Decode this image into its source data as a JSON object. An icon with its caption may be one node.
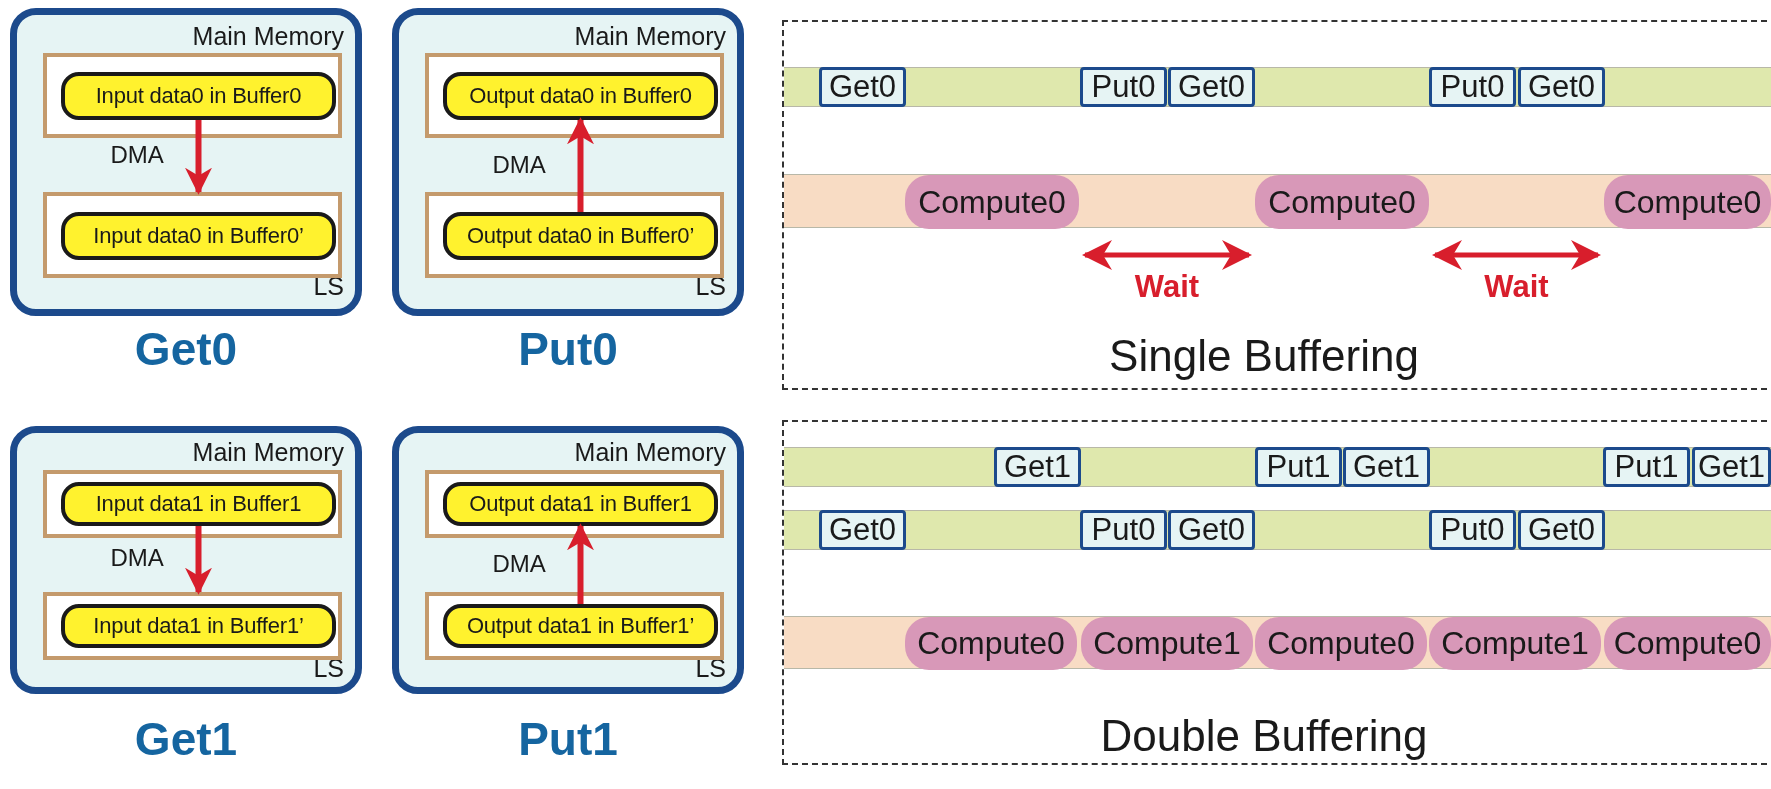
{
  "diagram": {
    "nodes": [
      {
        "text": [
          "Main Memory",
          "LS",
          "Get0"
        ]
      },
      {
        "text": [],
        "shape": "box",
        "in": 0
      },
      {
        "text": [
          "Input data0 in Buffer0"
        ],
        "in": 1
      },
      {
        "text": [],
        "shape": "box",
        "in": 0
      },
      {
        "text": [
          "Input data0 in Buffer0’"
        ],
        "in": 3
      },
      {
        "text": [
          "Main Memory",
          "LS",
          "Put0"
        ]
      },
      {
        "text": [],
        "shape": "box",
        "in": 5
      },
      {
        "text": [
          "Output data0 in Buffer0"
        ],
        "in": 6
      },
      {
        "text": [],
        "shape": "box",
        "in": 5
      },
      {
        "text": [
          "Output data0 in Buffer0’"
        ],
        "in": 8
      },
      {
        "text": [
          "Main Memory",
          "LS",
          "Get1"
        ]
      },
      {
        "text": [],
        "shape": "box",
        "in": 10
      },
      {
        "text": [
          "Input data1 in Buffer1"
        ],
        "in": 11
      },
      {
        "text": [],
        "shape": "box",
        "in": 10
      },
      {
        "text": [
          "Input data1 in Buffer1’"
        ],
        "in": 13
      },
      {
        "text": [
          "Main Memory",
          "LS",
          "Put1"
        ]
      },
      {
        "text": [],
        "shape": "box",
        "in": 15
      },
      {
        "text": [
          "Output data1 in Buffer1"
        ],
        "in": 16
      },
      {
        "text": [],
        "shape": "box",
        "in": 15
      },
      {
        "text": [
          "Output data1 in Buffer1’"
        ],
        "in": 18
      },
      {
        "text": [
          "Single Buffering"
        ]
      },
      {
        "text": [],
        "shape": "bar",
        "in": 20
      },
      {
        "text": [
          "Get0"
        ],
        "in": 21
      },
      {
        "text": [
          "Put0"
        ],
        "in": 21
      },
      {
        "text": [
          "Get0"
        ],
        "in": 21
      },
      {
        "text": [
          "Put0"
        ],
        "in": 21
      },
      {
        "text": [
          "Get0"
        ],
        "in": 21
      },
      {
        "text": [],
        "shape": "bar",
        "in": 20
      },
      {
        "text": [
          "Compute0"
        ],
        "in": 27
      },
      {
        "text": [
          "Compute0"
        ],
        "in": 27
      },
      {
        "text": [
          "Compute0"
        ],
        "in": 27
      },
      {
        "text": [
          "Double Buffering"
        ]
      },
      {
        "text": [],
        "shape": "bar",
        "in": 31
      },
      {
        "text": [
          "Get1"
        ],
        "in": 32
      },
      {
        "text": [
          "Put1"
        ],
        "in": 32
      },
      {
        "text": [
          "Get1"
        ],
        "in": 32
      },
      {
        "text": [
          "Put1"
        ],
        "in": 32
      },
      {
        "text": [
          "Get1"
        ],
        "in": 32
      },
      {
        "text": [],
        "shape": "bar",
        "in": 31
      },
      {
        "text": [
          "Get0"
        ],
        "in": 38
      },
      {
        "text": [
          "Put0"
        ],
        "in": 38
      },
      {
        "text": [
          "Get0"
        ],
        "in": 38
      },
      {
        "text": [
          "Put0"
        ],
        "in": 38
      },
      {
        "text": [
          "Get0"
        ],
        "in": 38
      },
      {
        "text": [],
        "shape": "bar",
        "in": 31
      },
      {
        "text": [
          "Compute0"
        ],
        "in": 44
      },
      {
        "text": [
          "Compute1"
        ],
        "in": 44
      },
      {
        "text": [
          "Compute0"
        ],
        "in": 44
      },
      {
        "text": [
          "Compute1"
        ],
        "in": 44
      },
      {
        "text": [
          "Compute0"
        ],
        "in": 44
      }
    ],
    "edges": [
      {
        "from": 2,
        "to": 3,
        "arrow": "to",
        "label": "DMA"
      },
      {
        "from": 9,
        "to": 7,
        "arrow": "to",
        "label": "DMA"
      },
      {
        "from": 12,
        "to": 13,
        "arrow": "to",
        "label": "DMA"
      },
      {
        "from": 19,
        "to": 17,
        "arrow": "to",
        "label": "DMA"
      },
      {
        "from": 28,
        "to": 29,
        "arrow": "both",
        "label": "Wait"
      },
      {
        "from": 29,
        "to": 30,
        "arrow": "both",
        "label": "Wait"
      }
    ]
  }
}
